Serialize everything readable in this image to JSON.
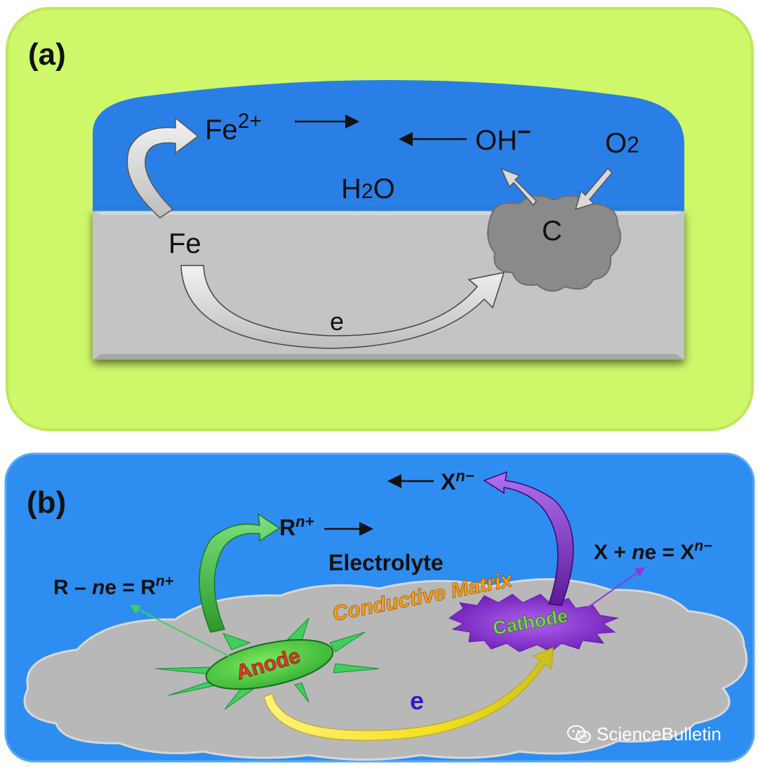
{
  "panel_a": {
    "label": "(a)",
    "fe2plus": {
      "base": "Fe",
      "sup": "2+"
    },
    "oh_minus": {
      "base": "OH",
      "sup": "−"
    },
    "o2": {
      "base": "O",
      "sub": "2"
    },
    "h2o": {
      "pre": "H",
      "sub": "2",
      "post": "O"
    },
    "fe": "Fe",
    "c": "C",
    "e": "e",
    "colors": {
      "frame": "#cef86a",
      "frame_stroke": "#bde85c",
      "electrolyte": "#2a7fe6",
      "metal": "#c4c4c4",
      "carbon": "#8a8a8a"
    }
  },
  "panel_b": {
    "label": "(b)",
    "x_ion": {
      "base": "X",
      "sup": "n−"
    },
    "r_ion": {
      "base": "R",
      "sup": "n+"
    },
    "electrolyte": "Electrolyte",
    "anode_eq": {
      "a": "R – ",
      "n": "n",
      "b": "e = R",
      "sup": "n+"
    },
    "cathode_eq": {
      "a": "X + ",
      "n": "n",
      "b": "e = X",
      "sup": "n−"
    },
    "matrix": "Conductive Matrix",
    "anode": "Anode",
    "cathode": "Cathode",
    "e": "e",
    "colors": {
      "background": "#2e8df0",
      "matrix": "#b8b8b8",
      "anode": "#3ec43e",
      "cathode": "#8e2fd8",
      "matrix_label": "#f6a020",
      "anode_label": "#e03a2a",
      "cathode_label": "#7be04a",
      "e_label": "#3a18c8"
    }
  },
  "watermark": {
    "text": "ScienceBulletin",
    "icon": "wechat-icon"
  }
}
